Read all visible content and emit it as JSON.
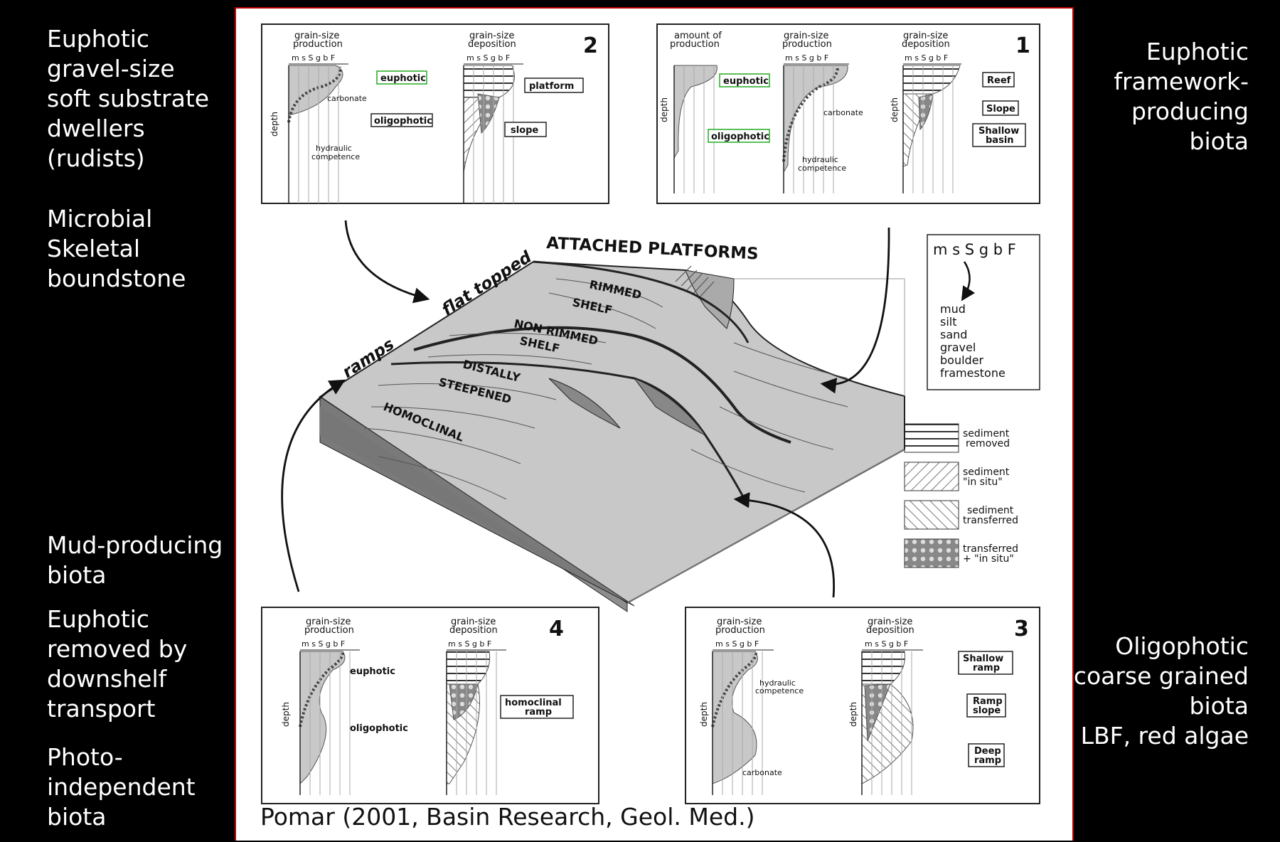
{
  "left_labels": [
    {
      "name": "euphotic-gravel-label",
      "text": "Euphotic\ngravel-size\nsoft substrate\ndwellers\n(rudists)"
    },
    {
      "name": "microbial-label",
      "text": "Microbial\nSkeletal\nboundstone"
    },
    {
      "name": "mud-producing-label",
      "text": "Mud-producing\nbiota"
    },
    {
      "name": "euphotic-removed-label",
      "text": "Euphotic\nremoved by\ndownshelf\ntransport"
    },
    {
      "name": "photo-independent-label",
      "text": "Photo-\nindependent\nbiota"
    }
  ],
  "right_labels": [
    {
      "name": "framework-label",
      "text": "Euphotic\nframework-\nproducing\nbiota"
    },
    {
      "name": "oligophotic-label",
      "text": "Oligophotic\ncoarse grained\nbiota\nLBF, red algae"
    }
  ],
  "caption": "Pomar (2001, Basin Research, Geol. Med.)",
  "diagram": {
    "platform_title": "ATTACHED PLATFORMS",
    "flat_topped": "flat topped",
    "ramps": "ramps",
    "rimmed": "RIMMED",
    "shelf": "SHELF",
    "non_rimmed": "NON RIMMED",
    "distally": "DISTALLY",
    "steepened": "STEEPENED",
    "homoclinal": "HOMOCLINAL",
    "grain_scale": "m s S g b F",
    "grain_scale_top": "m s S g b F",
    "grain_legend": [
      "mud",
      "silt",
      "sand",
      "gravel",
      "boulder",
      "framestone"
    ],
    "sediment_legend": [
      {
        "pattern": "removed",
        "line1": "sediment",
        "line2": "removed"
      },
      {
        "pattern": "insitu",
        "line1": "sediment",
        "line2": "\"in situ\""
      },
      {
        "pattern": "transferred",
        "line1": "sediment",
        "line2": "transferred"
      },
      {
        "pattern": "mixed",
        "line1": "transferred",
        "line2": "+ \"in situ\""
      }
    ],
    "panel1": {
      "number": "1",
      "amount_of": "amount of",
      "production": "production",
      "grain_size": "grain-size",
      "deposition": "deposition",
      "euphotic": "euphotic",
      "oligophotic": "oligophotic",
      "carbonate": "carbonate",
      "hydraulic": "hydraulic",
      "competence": "competence",
      "depth": "depth",
      "reef": "Reef",
      "slope": "Slope",
      "shallow": "Shallow",
      "basin": "basin"
    },
    "panel2": {
      "number": "2",
      "grain_size": "grain-size",
      "production": "production",
      "deposition": "deposition",
      "euphotic": "euphotic",
      "oligophotic": "oligophotic",
      "carbonate": "carbonate",
      "hydraulic": "hydraulic",
      "competence": "competence",
      "depth": "depth",
      "platform": "platform",
      "slope": "slope"
    },
    "panel3": {
      "number": "3",
      "grain_size": "grain-size",
      "production": "production",
      "deposition": "deposition",
      "hydraulic": "hydraulic",
      "competence": "competence",
      "carbonate": "carbonate",
      "depth": "depth",
      "shallow": "Shallow",
      "ramp": "ramp",
      "ramp2": "Ramp",
      "slope": "slope",
      "deep": "Deep",
      "ramp3": "ramp"
    },
    "panel4": {
      "number": "4",
      "grain_size": "grain-size",
      "production": "production",
      "deposition": "deposition",
      "euphotic": "euphotic",
      "oligophotic": "oligophotic",
      "depth": "depth",
      "homoclinal": "homoclinal",
      "ramp": "ramp"
    }
  }
}
